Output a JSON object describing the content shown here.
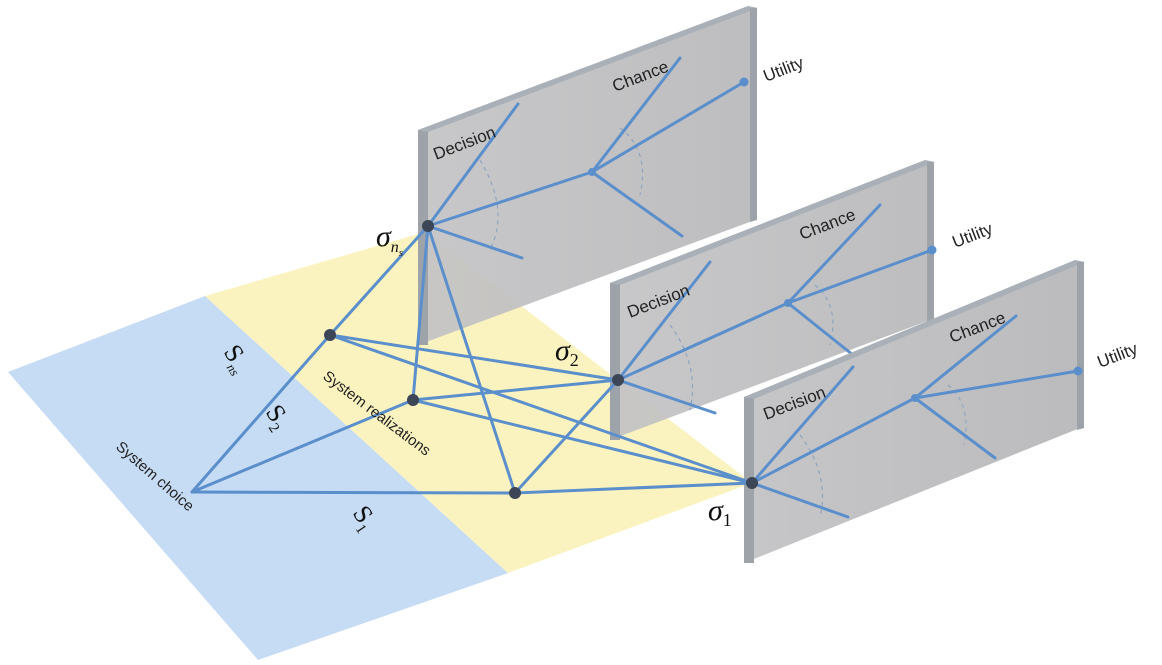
{
  "planes": {
    "system_choice_label": "System choice",
    "system_realizations_label": "System realizations"
  },
  "choices": [
    {
      "symbol": "S",
      "sub": "1"
    },
    {
      "symbol": "S",
      "sub": "2"
    },
    {
      "symbol": "S",
      "sub": "ns"
    }
  ],
  "states": [
    {
      "symbol": "σ",
      "sub": "1"
    },
    {
      "symbol": "σ",
      "sub": "2"
    },
    {
      "symbol": "σ",
      "sub": "n",
      "subsub": "s"
    }
  ],
  "panels": [
    {
      "decision": "Decision",
      "chance": "Chance",
      "utility": "Utility"
    },
    {
      "decision": "Decision",
      "chance": "Chance",
      "utility": "Utility"
    },
    {
      "decision": "Decision",
      "chance": "Chance",
      "utility": "Utility"
    }
  ],
  "colors": {
    "choice_plane": "#c6dcf4",
    "realization_plane": "#fbf2b8",
    "panel_face": "#bfbfc1",
    "panel_edge": "#a9adb2",
    "line": "#5b8fcc",
    "node": "#3c4656"
  }
}
